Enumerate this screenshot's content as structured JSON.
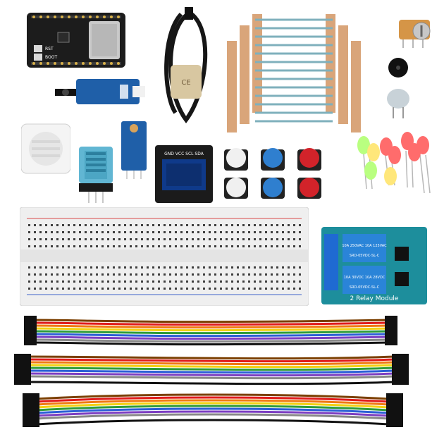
{
  "esp32_board": {
    "labels": [
      "RST",
      "BOOT"
    ]
  },
  "oled": {
    "pins": "GND VCC SCL SDA"
  },
  "relay_module": {
    "label": "2 Relay Module",
    "relay_text_1": "SRD-05VDC-SL-C",
    "relay_text_2": "SRD-05VDC-SL-C",
    "rating_1": "10A 250VAC 10A 125VAC",
    "rating_2": "10A 30VDC 10A 28VDC"
  },
  "colors": {
    "esp32": "#1c1c1c",
    "pcb_blue": "#1f5fa8",
    "relay_teal": "#1d8e9c",
    "breadboard": "#efefef",
    "button_red": "#d2232a",
    "button_blue": "#2f7fcf",
    "button_white": "#f0f0f0",
    "wire_colors": [
      "#7b3f00",
      "#e01b1b",
      "#f07a12",
      "#f3d112",
      "#2e9b3a",
      "#2b5fd6",
      "#7c3ec2",
      "#888888",
      "#ffffff",
      "#111111"
    ]
  },
  "icons": [
    "usb-cable",
    "resistor-set",
    "potentiometer",
    "buzzer",
    "led-set",
    "pir-sensor",
    "dht11-sensor",
    "ldr-sensor",
    "flame-sensor",
    "breadboard",
    "jumper-wires"
  ]
}
